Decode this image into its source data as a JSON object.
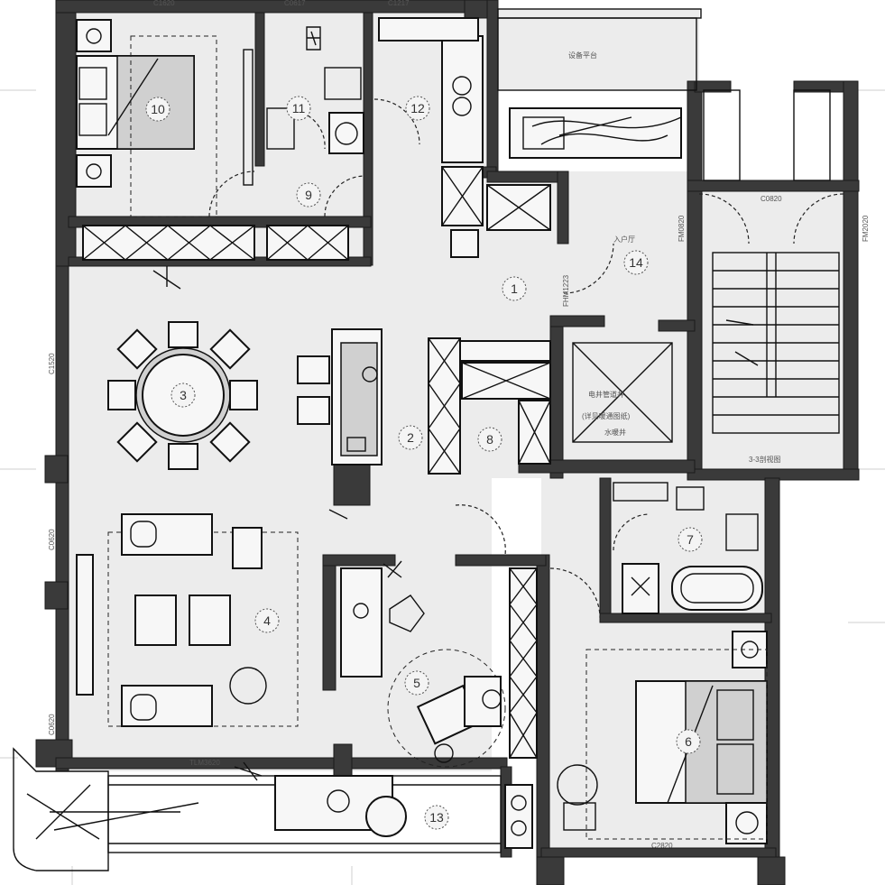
{
  "rooms": [
    {
      "id": "1",
      "label": "1"
    },
    {
      "id": "2",
      "label": "2"
    },
    {
      "id": "3",
      "label": "3"
    },
    {
      "id": "4",
      "label": "4"
    },
    {
      "id": "5",
      "label": "5"
    },
    {
      "id": "6",
      "label": "6"
    },
    {
      "id": "7",
      "label": "7"
    },
    {
      "id": "8",
      "label": "8"
    },
    {
      "id": "9",
      "label": "9"
    },
    {
      "id": "10",
      "label": "10"
    },
    {
      "id": "11",
      "label": "11"
    },
    {
      "id": "12",
      "label": "12"
    },
    {
      "id": "13",
      "label": "13"
    },
    {
      "id": "14",
      "label": "14"
    }
  ],
  "codes": {
    "c1520": "C1520",
    "c0620": "C0620",
    "c0620b": "C0620",
    "tlm3620": "TLM3620",
    "c2820": "C2820",
    "c0820": "C0820",
    "fm1223": "FHM1223",
    "fm0820": "FM0820",
    "fm2020": "FM2020",
    "top1": "C1620",
    "top2": "C0617",
    "top3": "C1217",
    "platform": "设备平台",
    "stair": "3-3剖视图",
    "entry_note": "入户厅",
    "shaft1": "电井管道井",
    "shaft2": "(详见暖通图纸)",
    "shaft3": "水暖井"
  },
  "colors": {
    "wall": "#3a3a3a",
    "floor": "#ececec",
    "ink": "#111111"
  }
}
